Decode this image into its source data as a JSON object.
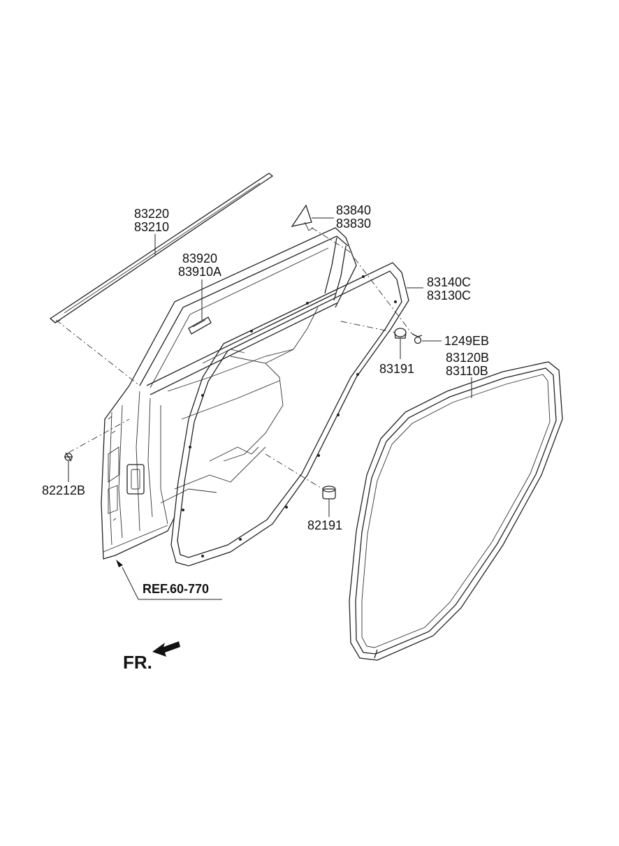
{
  "parts": {
    "moulding_a": "83220",
    "moulding_b": "83210",
    "garnish_a": "83920",
    "garnish_b": "83910A",
    "delta_a": "83840",
    "delta_b": "83830",
    "weatherstrip_door_a": "83140C",
    "weatherstrip_door_b": "83130C",
    "screw": "1249EB",
    "bumper_upper": "83191",
    "weatherstrip_body_a": "83120B",
    "weatherstrip_body_b": "83110B",
    "clip": "82212B",
    "bumper_lower": "82191"
  },
  "reference": "REF.60-770",
  "direction_label": "FR."
}
